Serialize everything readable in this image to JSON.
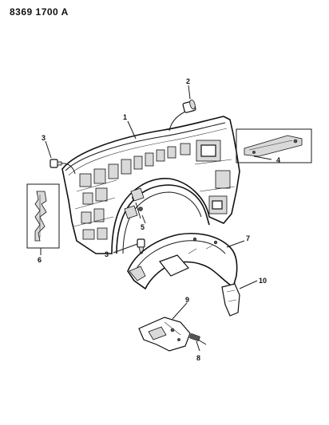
{
  "header": {
    "doc_id": "8369 1700 A"
  },
  "callouts": {
    "c1": "1",
    "c2": "2",
    "c3a": "3",
    "c3b": "3",
    "c4": "4",
    "c5": "5",
    "c6": "6",
    "c7": "7",
    "c8": "8",
    "c9": "9",
    "c10": "10"
  }
}
